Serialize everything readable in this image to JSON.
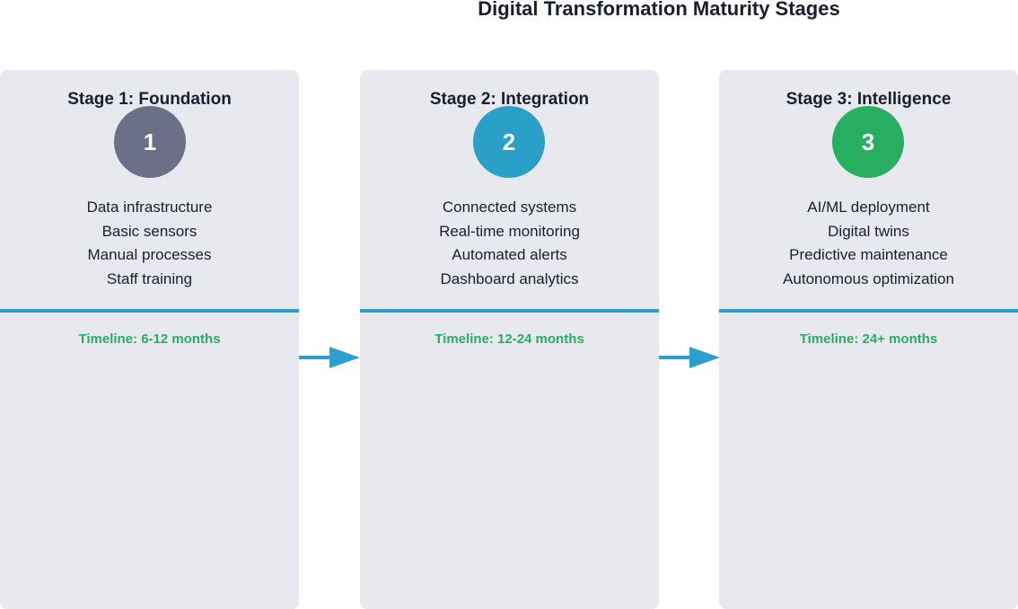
{
  "diagram": {
    "title": "Digital Transformation Maturity Stages",
    "colors": {
      "card_background": "#e8e9ee",
      "divider": "#2a9fd0",
      "arrow": "#2a9fd0",
      "timeline_text": "#27ae60"
    },
    "stages": [
      {
        "title": "Stage 1: Foundation",
        "number": "1",
        "color": "#6b7088",
        "items": [
          "Data infrastructure",
          "Basic sensors",
          "Manual processes",
          "Staff training"
        ],
        "timeline": "Timeline: 6-12 months"
      },
      {
        "title": "Stage 2: Integration",
        "number": "2",
        "color": "#2a9fc7",
        "items": [
          "Connected systems",
          "Real-time monitoring",
          "Automated alerts",
          "Dashboard analytics"
        ],
        "timeline": "Timeline: 12-24 months"
      },
      {
        "title": "Stage 3: Intelligence",
        "number": "3",
        "color": "#27ae60",
        "items": [
          "AI/ML deployment",
          "Digital twins",
          "Predictive maintenance",
          "Autonomous optimization"
        ],
        "timeline": "Timeline: 24+ months"
      }
    ]
  }
}
